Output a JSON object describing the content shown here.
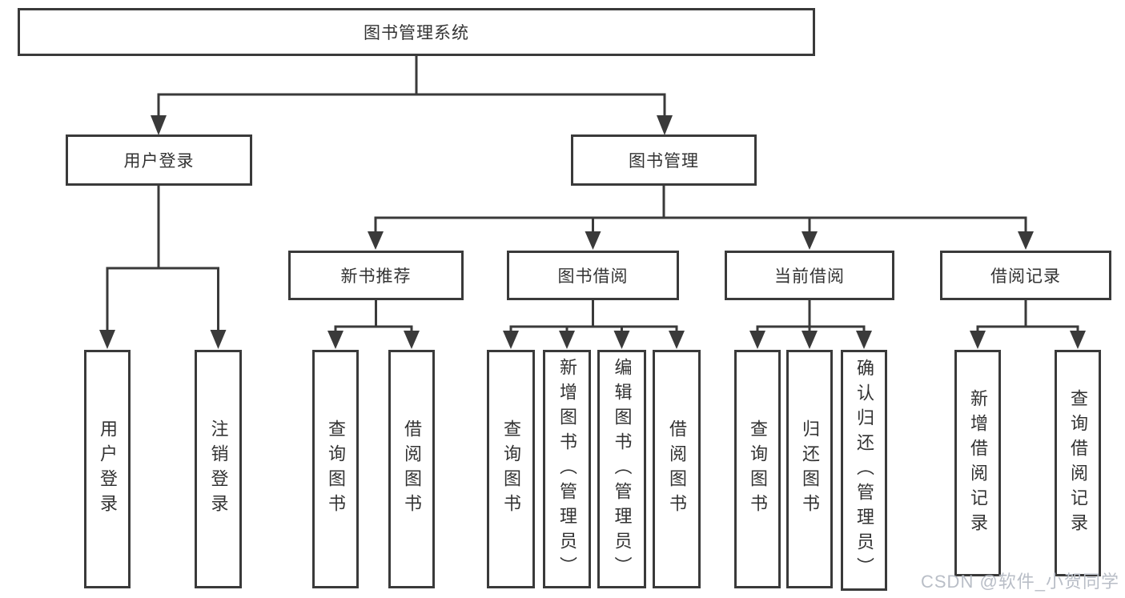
{
  "root": {
    "label": "图书管理系统"
  },
  "branches": {
    "user_login": {
      "label": "用户登录"
    },
    "book_mgmt": {
      "label": "图书管理"
    }
  },
  "modules": {
    "new_book": {
      "label": "新书推荐"
    },
    "book_borrow": {
      "label": "图书借阅"
    },
    "current_borrow": {
      "label": "当前借阅"
    },
    "borrow_record": {
      "label": "借阅记录"
    }
  },
  "leaves": {
    "user_login": [
      "用户登录",
      "注销登录"
    ],
    "new_book": [
      "查询图书",
      "借阅图书"
    ],
    "book_borrow": [
      "查询图书",
      "新增图书（管理员）",
      "编辑图书（管理员）",
      "借阅图书"
    ],
    "current_borrow": [
      "查询图书",
      "归还图书",
      "确认归还（管理员）"
    ],
    "borrow_record": [
      "新增借阅记录",
      "查询借阅记录"
    ]
  },
  "watermark": {
    "text": "CSDN @软件_小贺同学"
  },
  "colors": {
    "line": "#3a3a3a",
    "text": "#333333",
    "background": "#ffffff",
    "watermark": "#b9bec7"
  }
}
